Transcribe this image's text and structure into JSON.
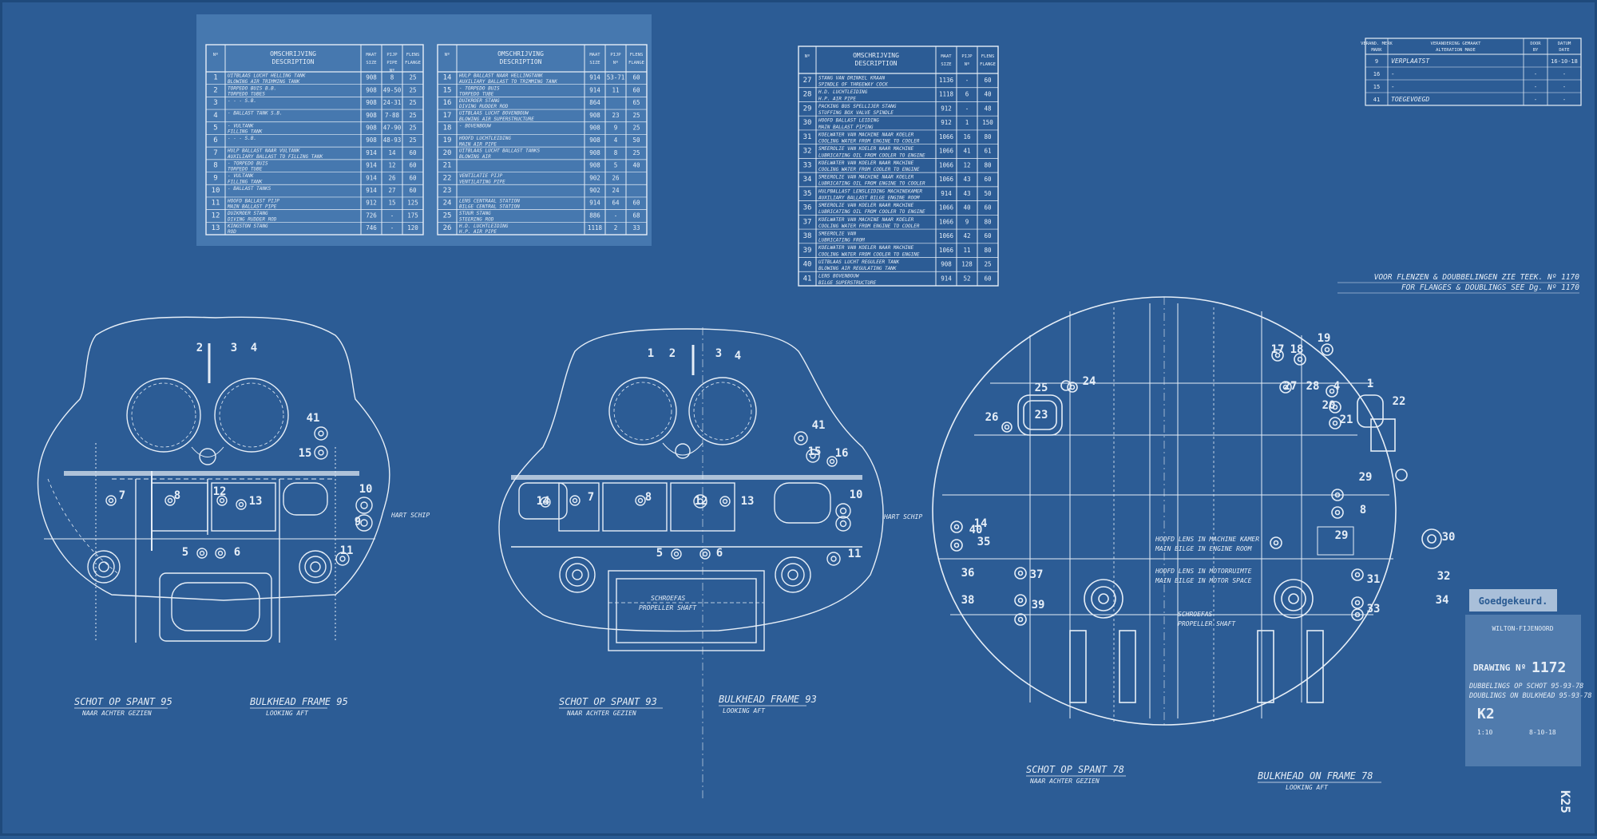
{
  "table1": {
    "headers": [
      "Nº",
      "OMSCHRIJVING\nDESCRIPTION",
      "MAAT\nSIZE",
      "PIJP\nPIPE\nNº",
      "FLENS\nFLANGE"
    ],
    "rows": [
      [
        "1",
        "UITBLAAS LUCHT HELLING TANK",
        "BLOWING AIR TRIMMING TANK",
        "908",
        "8",
        "25"
      ],
      [
        "2",
        "TORPEDO BUIS B.B.",
        "TORPEDO TUBES",
        "908",
        "49-50",
        "25"
      ],
      [
        "3",
        "- - - S.B.",
        "",
        "908",
        "24-31",
        "25"
      ],
      [
        "4",
        "- BALLAST TANK S.B.",
        "",
        "908",
        "7-88",
        "25"
      ],
      [
        "5",
        "- VULTANK",
        "FILLING TANK",
        "908",
        "47-90",
        "25"
      ],
      [
        "6",
        "- - - S.B.",
        "",
        "908",
        "48-93",
        "25"
      ],
      [
        "7",
        "HULP BALLAST NAAR VULTANK",
        "AUXILIARY BALLAST TO FILLING TANK",
        "914",
        "14",
        "60"
      ],
      [
        "8",
        "- TORPEDO BUIS",
        "TORPEDO TUBE",
        "914",
        "12",
        "60"
      ],
      [
        "9",
        "- VULTANK",
        "FILLING TANK",
        "914",
        "26",
        "60"
      ],
      [
        "10",
        "- BALLAST TANKS",
        "",
        "914",
        "27",
        "60"
      ],
      [
        "11",
        "HOOFD BALLAST PIJP",
        "MAIN BALLAST PIPE",
        "912",
        "15",
        "125"
      ],
      [
        "12",
        "DUIKROER STANG",
        "DIVING RUDDER ROD",
        "726",
        "-",
        "175"
      ],
      [
        "13",
        "KINGSTON STANG",
        "ROD",
        "746",
        "-",
        "120"
      ]
    ]
  },
  "table2": {
    "headers": [
      "Nº",
      "OMSCHRIJVING\nDESCRIPTION",
      "MAAT\nSIZE",
      "PIJP\nNº",
      "FLENS\nFLANGE"
    ],
    "rows": [
      [
        "14",
        "HULP BALLAST NAAR HELLINGTANK",
        "AUXILIARY BALLAST TO TRIMMING TANK",
        "914",
        "53-71",
        "60"
      ],
      [
        "15",
        "- TORPEDO BUIS",
        "TORPEDO TUBE",
        "914",
        "11",
        "60"
      ],
      [
        "16",
        "DUIKROER STANG",
        "DIVING RUDDER ROD",
        "864",
        "",
        "65"
      ],
      [
        "17",
        "UITBLAAS LUCHT BOVENBOUW",
        "BLOWING AIR SUPERSTRUCTURE",
        "908",
        "23",
        "25"
      ],
      [
        "18",
        "- BOVENBOUW",
        "",
        "908",
        "9",
        "25"
      ],
      [
        "19",
        "HOOFD LUCHTLEIDING",
        "MAIN AIR PIPE",
        "908",
        "4",
        "50"
      ],
      [
        "20",
        "UITBLAAS LUCHT BALLAST TANKS",
        "BLOWING AIR",
        "908",
        "8",
        "25"
      ],
      [
        "21",
        "",
        "",
        "908",
        "5",
        "40"
      ],
      [
        "22",
        "VENTILATIE PIJP",
        "VENTILATING PIPE",
        "902",
        "26",
        ""
      ],
      [
        "23",
        "",
        "",
        "902",
        "24",
        ""
      ],
      [
        "24",
        "LENS CENTRAAL STATION",
        "BILGE CENTRAL STATION",
        "914",
        "64",
        "60"
      ],
      [
        "25",
        "STUUR STANG",
        "STEERING ROD",
        "886",
        "-",
        "68"
      ],
      [
        "26",
        "H.D. LUCHTLEIDING",
        "H.P. AIR PIPE",
        "1118",
        "2",
        "33"
      ]
    ]
  },
  "table3": {
    "headers": [
      "Nº",
      "OMSCHRIJVING\nDESCRIPTION",
      "MAAT\nSIZE",
      "PIJP\nNº",
      "FLENS\nFLANGE"
    ],
    "rows": [
      [
        "27",
        "STANG VAN DRINKEL KRAAN",
        "SPINDLE OF THREEWAY COCK",
        "1136",
        "-",
        "60"
      ],
      [
        "28",
        "H.D. LUCHTLEIDING",
        "H.P. AIR PIPE",
        "1118",
        "6",
        "40"
      ],
      [
        "29",
        "PACKING BUS SPELLIJER STANG",
        "STUFFING BOX VALVE SPINDLE",
        "912",
        "-",
        "48"
      ],
      [
        "30",
        "HOOFD BALLAST LEIDING",
        "MAIN BALLAST PIPING",
        "912",
        "1",
        "150"
      ],
      [
        "31",
        "KOELWATER VAN MACHINE NAAR KOELER",
        "COOLING WATER FROM ENGINE TO COOLER",
        "1066",
        "16",
        "80"
      ],
      [
        "32",
        "SMEEROLIE VAN KOELER NAAR MACHINE",
        "LUBRICATING OIL FROM COOLER TO ENGINE",
        "1066",
        "41",
        "61"
      ],
      [
        "33",
        "KOELWATER VAN KOELER NAAR MACHINE",
        "COOLING WATER FROM COOLER TO ENGINE",
        "1066",
        "12",
        "80"
      ],
      [
        "34",
        "SMEEROLIE VAN MACHINE NAAR KOELER",
        "LUBRICATING OIL FROM ENGINE TO COOLER",
        "1066",
        "43",
        "60"
      ],
      [
        "35",
        "HULPBALLAST LENSLEIDING MACHINEKAMER",
        "AUXILIARY BALLAST BILGE ENGINE ROOM",
        "914",
        "43",
        "50"
      ],
      [
        "36",
        "SMEEROLIE VAN KOELER NAAR MACHINE",
        "LUBRICATING OIL FROM COOLER TO ENGINE",
        "1066",
        "40",
        "60"
      ],
      [
        "37",
        "KOELWATER VAN MACHINE NAAR KOELER",
        "COOLING WATER FROM ENGINE TO COOLER",
        "1066",
        "9",
        "80"
      ],
      [
        "38",
        "SMEEROLIE VAN",
        "LUBRICATING FROM",
        "1066",
        "42",
        "60"
      ],
      [
        "39",
        "KOELWATER VAN KOELER NAAR MACHINE",
        "COOLING WATER FROM COOLER TO ENGINE",
        "1066",
        "11",
        "80"
      ],
      [
        "40",
        "UITBLAAS LUCHT REGULEER TANK",
        "BLOWING AIR REGULATING TANK",
        "908",
        "128",
        "25"
      ],
      [
        "41",
        "LENS BOVENBOUW",
        "BILGE SUPERSTRUCTURE",
        "914",
        "52",
        "60"
      ]
    ]
  },
  "revisions": {
    "headers": [
      "VERAND. MERK\nMARK",
      "VERANDERING GEMAAKT\nALTERATION MADE",
      "DOOR\nBY",
      "DATUM\nDATE"
    ],
    "rows": [
      [
        "9",
        "VERPLAATST",
        "",
        "16-10-18"
      ],
      [
        "16",
        "-",
        "-",
        "-"
      ],
      [
        "15",
        "-",
        "-",
        "-"
      ],
      [
        "41",
        "TOEGEVOEGD",
        "-",
        "-"
      ]
    ]
  },
  "note": {
    "line1": "VOOR FLENZEN & DOUBBELINGEN ZIE TEEK. Nº 1170",
    "line2": "FOR FLANGES & DOUBLINGS SEE Dg. Nº 1170"
  },
  "views": [
    {
      "title_nl": "SCHOT OP SPANT 95",
      "sub_nl": "NAAR ACHTER GEZIEN",
      "title_en": "BULKHEAD FRAME 95",
      "sub_en": "LOOKING AFT",
      "side_label": "HART SCHIP",
      "numbers": [
        "2",
        "3",
        "4",
        "41",
        "15",
        "7",
        "8",
        "12",
        "13",
        "10",
        "9",
        "5",
        "6",
        "11"
      ]
    },
    {
      "title_nl": "SCHOT OP SPANT 93",
      "sub_nl": "NAAR ACHTER GEZIEN",
      "title_en": "BULKHEAD FRAME 93",
      "sub_en": "LOOKING AFT",
      "side_label": "HART SCHIP",
      "shaft_nl": "SCHROEFAS",
      "shaft_en": "PROPELLER SHAFT",
      "numbers": [
        "1",
        "2",
        "3",
        "4",
        "41",
        "15",
        "16",
        "14",
        "7",
        "8",
        "12",
        "13",
        "10",
        "5",
        "6",
        "11"
      ]
    },
    {
      "title_nl": "SCHOT OP SPANT 78",
      "sub_nl": "NAAR ACHTER GEZIEN",
      "title_en": "BULKHEAD ON FRAME 78",
      "sub_en": "LOOKING AFT",
      "bilge_engine_nl": "HOOFD LENS IN MACHINE KAMER",
      "bilge_engine_en": "MAIN BILGE IN ENGINE ROOM",
      "bilge_motor_nl": "HOOFD LENS IN MOTORRUIMTE",
      "bilge_motor_en": "MAIN BILGE IN MOTOR SPACE",
      "shaft_nl": "SCHROEFAS",
      "shaft_en": "PROPELLER SHAFT",
      "numbers": [
        "25",
        "24",
        "26",
        "23",
        "17",
        "18",
        "19",
        "27",
        "28",
        "4",
        "1",
        "20",
        "21",
        "22",
        "14",
        "35",
        "40",
        "36",
        "38",
        "37",
        "39",
        "29",
        "8",
        "29",
        "30",
        "31",
        "32",
        "33",
        "34"
      ]
    }
  ],
  "stamp": {
    "text": "Goedgekeurd."
  },
  "titleblock": {
    "company": "WILTON-FIJENOORD",
    "drawing_label": "DRAWING Nº",
    "drawing_no": "1172",
    "desc1": "DUBBELINGS OP SCHOT 95-93-78",
    "desc2": "DOUBLINGS ON BULKHEAD 95-93-78",
    "code": "K2",
    "scale": "1:10",
    "date": "8-10-18"
  },
  "margin_mark": "K25"
}
